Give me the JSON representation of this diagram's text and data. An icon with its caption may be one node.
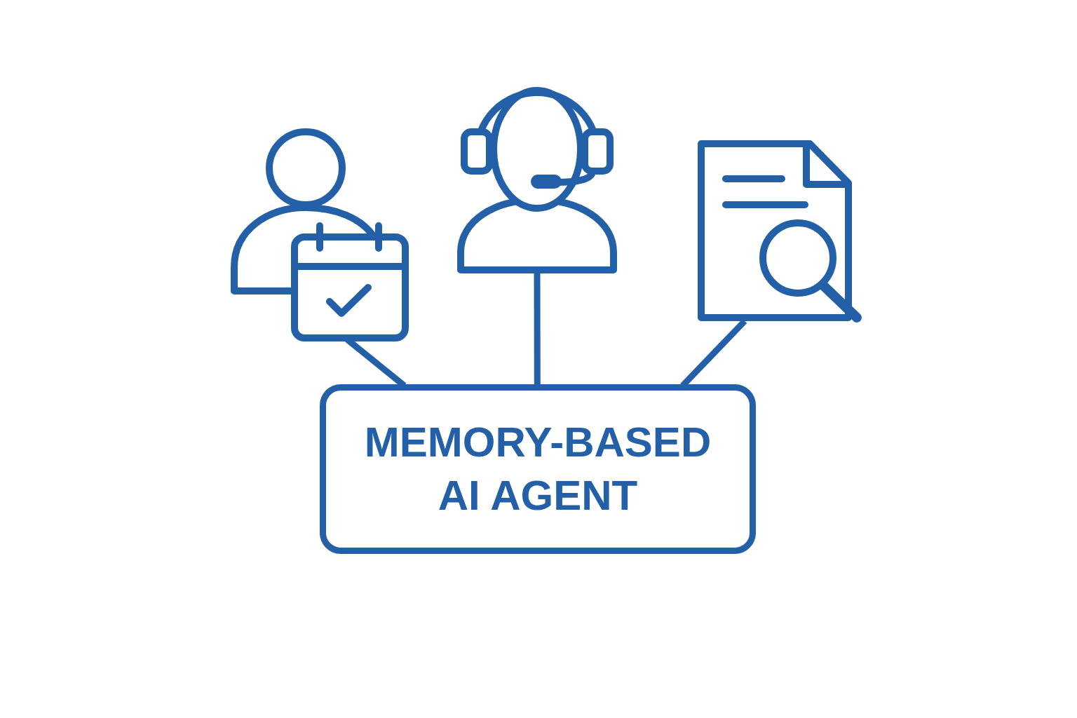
{
  "diagram": {
    "nodes": [
      {
        "text": [],
        "shape": "person"
      },
      {
        "text": [],
        "shape": "person"
      },
      {
        "text": [],
        "shape": "document"
      },
      {
        "text": [
          "MEMORY-BASED AI AGENT"
        ]
      }
    ],
    "edges": [
      {
        "from": 0,
        "to": 3,
        "arrow": "none"
      },
      {
        "from": 1,
        "to": 3,
        "arrow": "none"
      },
      {
        "from": 2,
        "to": 3,
        "arrow": "none"
      }
    ]
  }
}
